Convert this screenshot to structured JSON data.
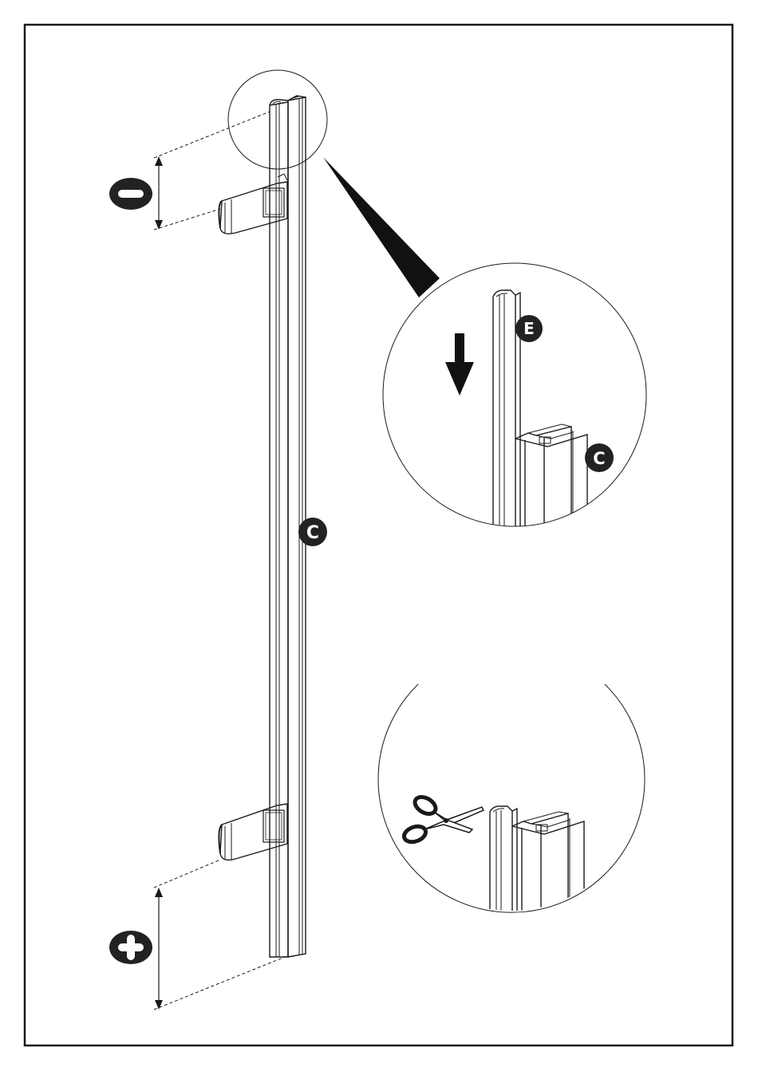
{
  "labels": {
    "profile_c_main": "C",
    "profile_e_detail": "E",
    "profile_c_detail": "C"
  },
  "badges": {
    "minus_symbol": "minus-icon",
    "plus_symbol": "plus-icon"
  },
  "icons": {
    "arrow": "arrow-down-icon",
    "scissors": "scissors-icon"
  },
  "colors": {
    "ink": "#1a1a1a",
    "badge": "#222222",
    "paper": "#ffffff"
  }
}
